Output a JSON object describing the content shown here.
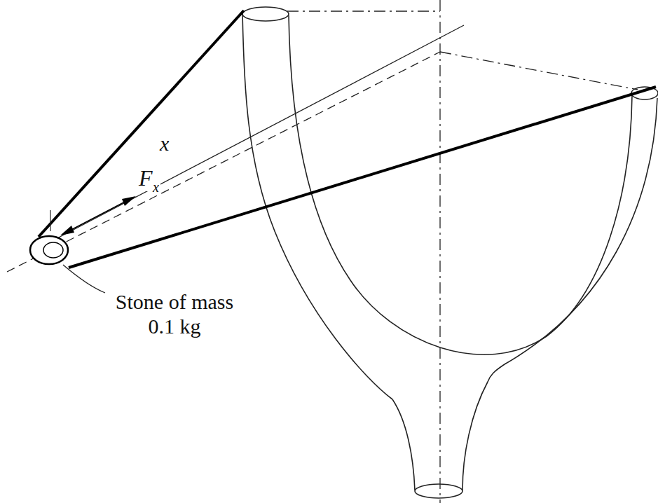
{
  "diagram": {
    "labels": [
      "x",
      "F",
      "x",
      "Stone of mass 0.1 kg"
    ]
  }
}
